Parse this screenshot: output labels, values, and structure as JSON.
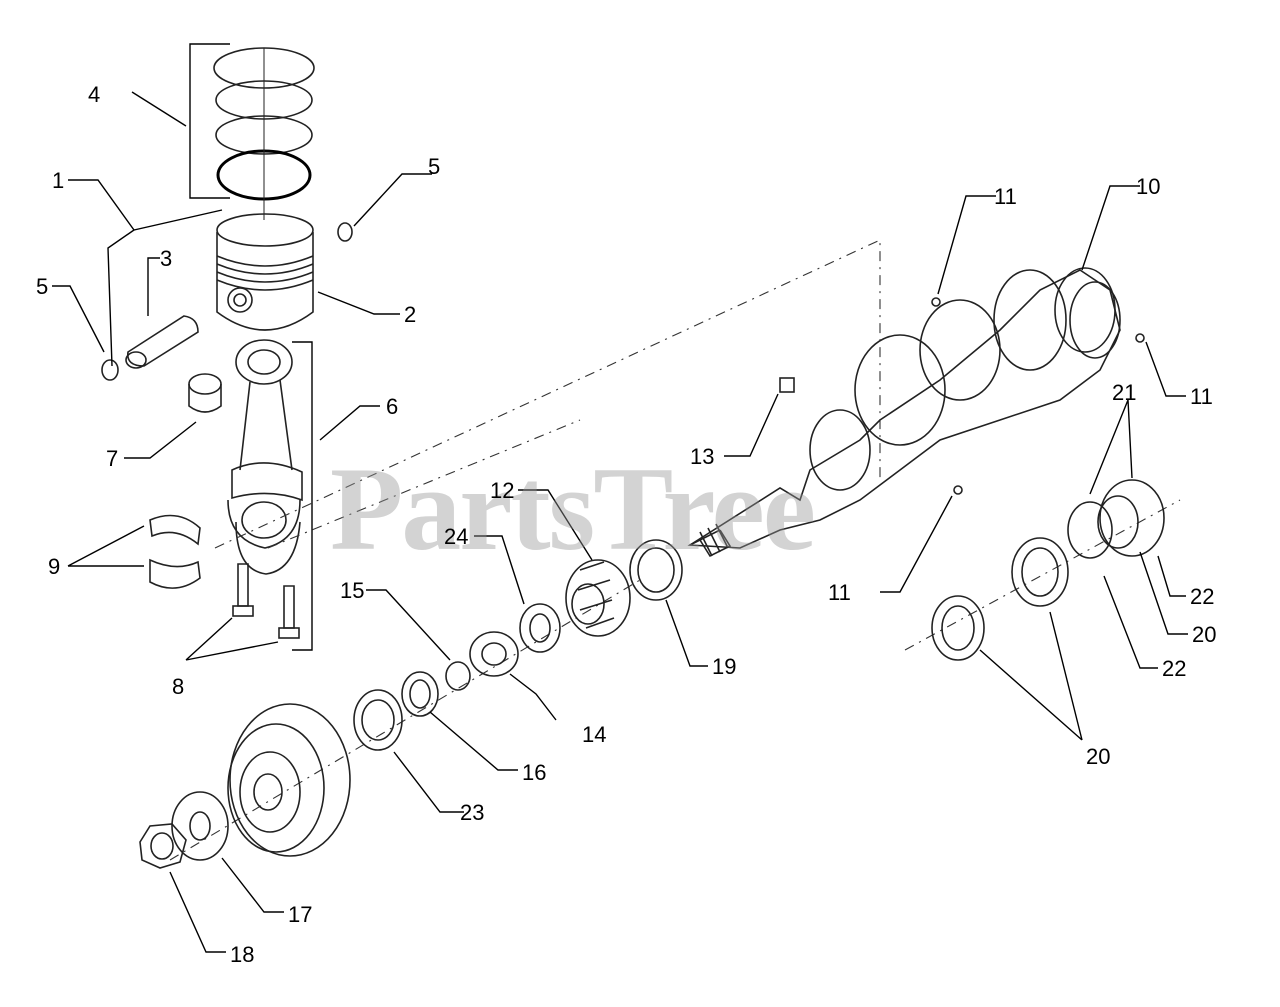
{
  "watermark": "PartsTree",
  "callouts": [
    {
      "id": "c4",
      "text": "4"
    },
    {
      "id": "c1",
      "text": "1"
    },
    {
      "id": "c5a",
      "text": "5"
    },
    {
      "id": "c5b",
      "text": "5"
    },
    {
      "id": "c3",
      "text": "3"
    },
    {
      "id": "c2",
      "text": "2"
    },
    {
      "id": "c6",
      "text": "6"
    },
    {
      "id": "c7",
      "text": "7"
    },
    {
      "id": "c9",
      "text": "9"
    },
    {
      "id": "c8",
      "text": "8"
    },
    {
      "id": "c11a",
      "text": "11"
    },
    {
      "id": "c10",
      "text": "10"
    },
    {
      "id": "c11b",
      "text": "11"
    },
    {
      "id": "c13",
      "text": "13"
    },
    {
      "id": "c12",
      "text": "12"
    },
    {
      "id": "c24",
      "text": "24"
    },
    {
      "id": "c15",
      "text": "15"
    },
    {
      "id": "c11c",
      "text": "11"
    },
    {
      "id": "c21",
      "text": "21"
    },
    {
      "id": "c22a",
      "text": "22"
    },
    {
      "id": "c20a",
      "text": "20"
    },
    {
      "id": "c22b",
      "text": "22"
    },
    {
      "id": "c19",
      "text": "19"
    },
    {
      "id": "c14",
      "text": "14"
    },
    {
      "id": "c16",
      "text": "16"
    },
    {
      "id": "c23",
      "text": "23"
    },
    {
      "id": "c20b",
      "text": "20"
    },
    {
      "id": "c17",
      "text": "17"
    },
    {
      "id": "c18",
      "text": "18"
    }
  ]
}
